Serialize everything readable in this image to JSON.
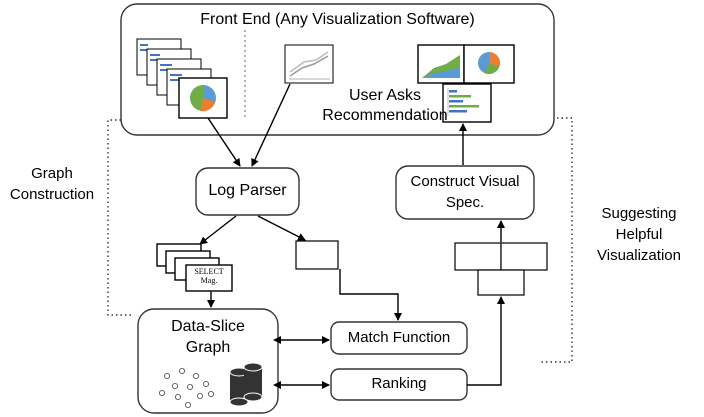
{
  "front_end": {
    "title": "Front End (Any Visualization Software)"
  },
  "user_asks": {
    "line1": "User Asks",
    "line2": "Recommendation"
  },
  "graph_construction": {
    "line1": "Graph",
    "line2": "Construction"
  },
  "suggesting": {
    "line1": "Suggesting",
    "line2": "Helpful",
    "line3": "Visualization"
  },
  "log_parser": {
    "label": "Log Parser"
  },
  "construct_visual": {
    "line1": "Construct Visual",
    "line2": "Spec."
  },
  "query_card": {
    "line1": "SELECT",
    "line2": "Mag."
  },
  "data_slice": {
    "line1": "Data-Slice",
    "line2": "Graph"
  },
  "match_function": {
    "label": "Match Function"
  },
  "ranking": {
    "label": "Ranking"
  },
  "colors": {
    "border": "#333333",
    "pie_blue": "#5b9bd5",
    "pie_orange": "#ed7d31",
    "pie_green": "#70ad47",
    "area_green": "#70ad47",
    "bar_blue": "#4472c4",
    "db_gray": "#333333"
  }
}
